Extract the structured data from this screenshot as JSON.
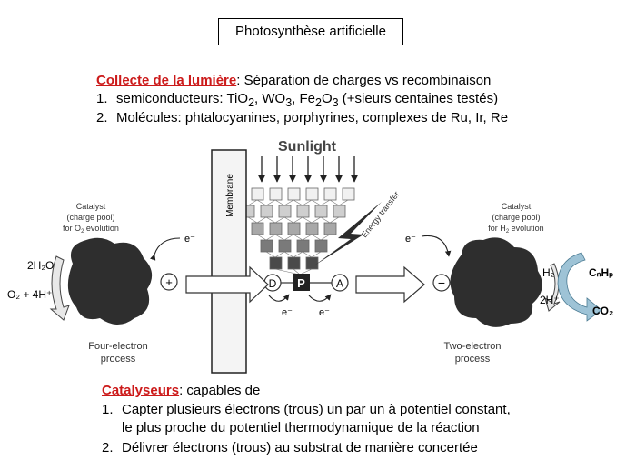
{
  "title": "Photosynthèse artificielle",
  "light": {
    "heading": "Collecte de la lumière",
    "heading_rest": ":  Séparation de charges vs recombinaison",
    "items": [
      {
        "num": "1.",
        "pre": "semiconducteurs: TiO",
        "s1": "2",
        "mid1": ", WO",
        "s2": "3",
        "mid2": ", Fe",
        "s3": "2",
        "mid3": "O",
        "s4": "3",
        "post": " (+sieurs centaines testés)"
      },
      {
        "num": "2.",
        "text": "Molécules: phtalocyanines, porphyrines, complexes de Ru, Ir, Re"
      }
    ]
  },
  "diagram": {
    "sunlight": "Sunlight",
    "membrane": "Membrane",
    "energy_transfer": "Energy transfer",
    "left_catalyst": [
      "Catalyst",
      "(charge pool)",
      "for O",
      "2",
      " evolution"
    ],
    "right_catalyst": [
      "Catalyst",
      "(charge pool)",
      "for H",
      "2",
      " evolution"
    ],
    "left_process": [
      "Four-electron",
      "process"
    ],
    "right_process": [
      "Two-electron",
      "process"
    ],
    "electron": "e⁻",
    "plus": "+",
    "minus": "−",
    "donor": "D",
    "photo": "P",
    "acceptor": "A",
    "h2o": "2H₂O",
    "o2": "O₂ + 4H⁺",
    "h2": "H₂",
    "h_plus": "2H⁺",
    "cnhp": "CₙHₚ",
    "co2": "CO₂"
  },
  "catalysts": {
    "heading": "Catalyseurs",
    "heading_rest": ":  capables de",
    "items": [
      {
        "num": "1.",
        "text": "Capter plusieurs électrons (trous) un par un à potentiel constant,"
      },
      {
        "num": "",
        "text": "le plus proche du potentiel thermodynamique de la réaction"
      },
      {
        "num": "2.",
        "text": "Délivrer électrons (trous) au substrat de manière concertée"
      }
    ]
  },
  "colors": {
    "accent_red": "#cc1a1a",
    "catalyst_dark": "#2e2e2e",
    "arrow_blue": "#9ec3d6"
  }
}
